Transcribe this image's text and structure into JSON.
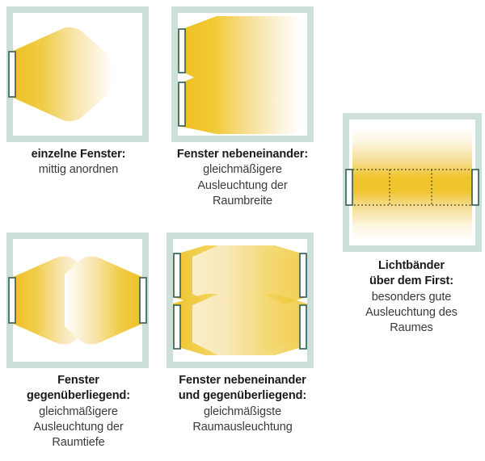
{
  "figure": {
    "kind": "daylighting-diagram",
    "language": "de",
    "background_color": "#ffffff",
    "frame_color": "#ccdfd8",
    "window_stroke_color": "#2d5f56",
    "window_fill_color": "#ffffff",
    "light_color_strong": "#eec021",
    "light_color_mid": "#f2cf54",
    "light_color_fade": "#ffffff",
    "dotted_line_color": "#3b3b2a"
  },
  "panels": [
    {
      "id": "einzelne-fenster",
      "caption_title": "einzelne Fenster:",
      "caption_lines": [
        "mittig anordnen"
      ],
      "windows": [
        {
          "side": "left",
          "label": "window-left-center"
        }
      ],
      "light_pattern": "single-cone-from-left"
    },
    {
      "id": "fenster-nebeneinander",
      "caption_title": "Fenster nebeneinander:",
      "caption_lines": [
        "gleichmäßigere",
        "Ausleuchtung der",
        "Raumbreite"
      ],
      "windows": [
        {
          "side": "left",
          "label": "window-left-upper"
        },
        {
          "side": "left",
          "label": "window-left-lower"
        }
      ],
      "light_pattern": "two-cones-from-left-overlapping"
    },
    {
      "id": "lichtbaender-ueber-dem-first",
      "caption_title_lines": [
        "Lichtbänder",
        "über dem First:"
      ],
      "caption_lines": [
        "besonders gute",
        "Ausleuchtung des",
        "Raumes"
      ],
      "windows": [
        {
          "side": "left",
          "label": "window-left-band"
        },
        {
          "side": "right",
          "label": "window-right-band"
        }
      ],
      "light_pattern": "horizontal-light-band",
      "overlay": "dotted-rectangle-with-two-dividers"
    },
    {
      "id": "fenster-gegenueberliegend",
      "caption_title_lines": [
        "Fenster",
        "gegenüberliegend:"
      ],
      "caption_lines": [
        "gleichmäßigere",
        "Ausleuchtung der",
        "Raumtiefe"
      ],
      "windows": [
        {
          "side": "left",
          "label": "window-left-center"
        },
        {
          "side": "right",
          "label": "window-right-center"
        }
      ],
      "light_pattern": "two-opposing-cones"
    },
    {
      "id": "fenster-nebeneinander-und-gegenueberliegend",
      "caption_title_lines": [
        "Fenster nebeneinander",
        "und gegenüberliegend:"
      ],
      "caption_lines": [
        "gleichmäßigste",
        "Raumausleuchtung"
      ],
      "windows": [
        {
          "side": "left",
          "label": "window-left-upper"
        },
        {
          "side": "left",
          "label": "window-left-lower"
        },
        {
          "side": "right",
          "label": "window-right-upper"
        },
        {
          "side": "right",
          "label": "window-right-lower"
        }
      ],
      "light_pattern": "four-cones-overlapping"
    }
  ]
}
